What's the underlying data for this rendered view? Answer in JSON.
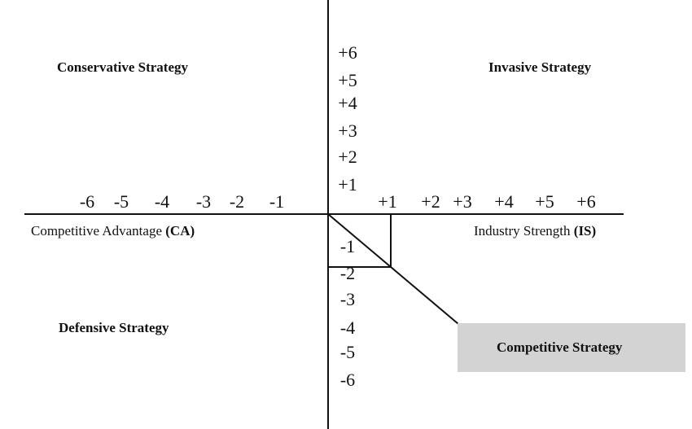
{
  "quadrants": {
    "top_left": "Conservative Strategy",
    "top_right": "Invasive Strategy",
    "bottom_left": "Defensive Strategy",
    "bottom_right": "Competitive Strategy"
  },
  "axes": {
    "left_label": "Competitive Advantage ",
    "left_label_abbr": "(CA)",
    "right_label": "Industry Strength ",
    "right_label_abbr": "(IS)",
    "x_negative_ticks": [
      "-6",
      "-5",
      "-4",
      "-3",
      "-2",
      "-1"
    ],
    "x_positive_ticks": [
      "+1",
      "+2",
      "+3",
      "+4",
      "+5",
      "+6"
    ],
    "y_positive_ticks": [
      "+6",
      "+5",
      "+4",
      "+3",
      "+2",
      "+1"
    ],
    "y_negative_ticks": [
      "-1",
      "-2",
      "-3",
      "-4",
      "-5",
      "-6"
    ]
  },
  "result_point": {
    "x": 1,
    "y": -2
  },
  "colors": {
    "highlight_box": "#d3d3d3",
    "lines": "#111111"
  }
}
